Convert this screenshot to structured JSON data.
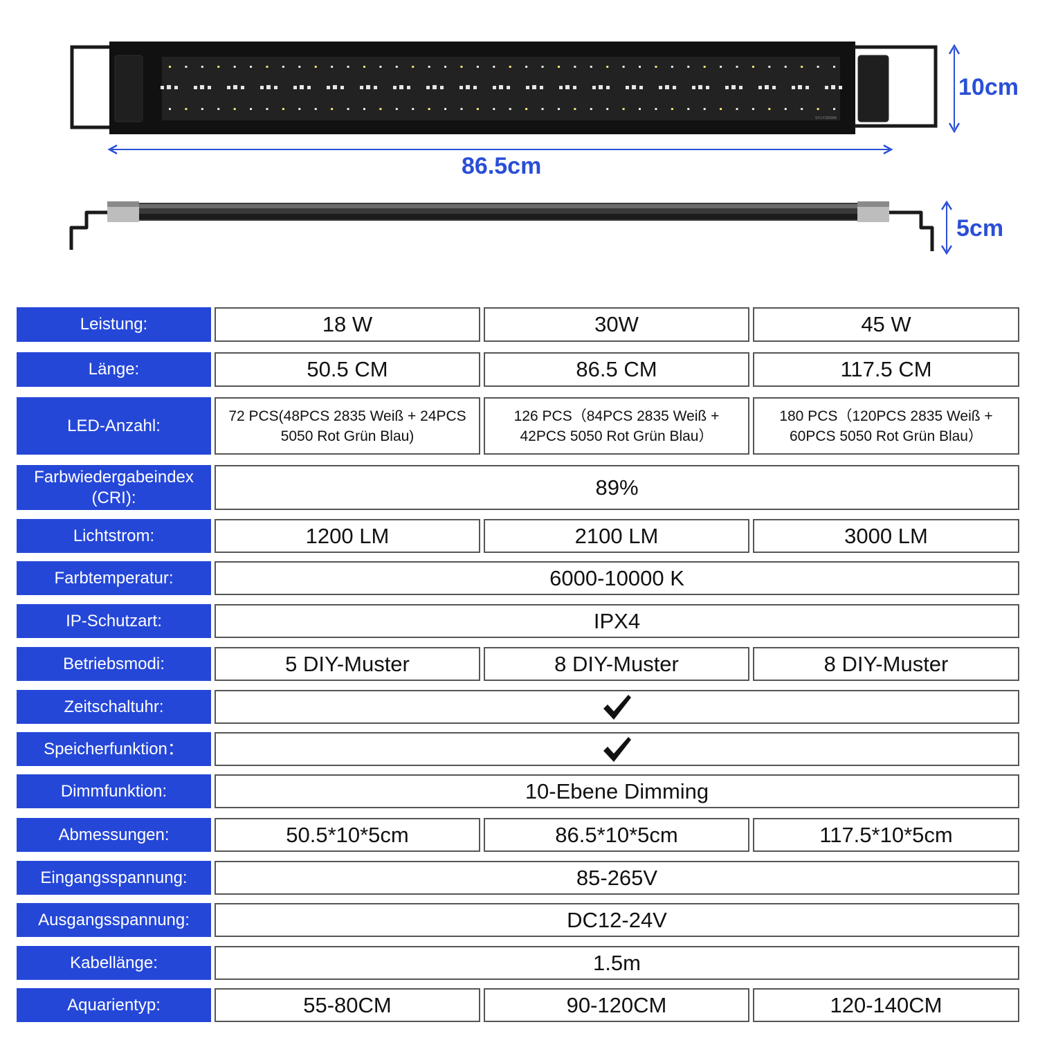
{
  "product": {
    "model_code": "SY-LY15090A",
    "dimensions": {
      "height": "10cm",
      "length": "86.5cm",
      "depth": "5cm"
    },
    "colors": {
      "dimension_blue": "#2a4fd6",
      "label_blue": "#2547d8",
      "housing": "#111111"
    }
  },
  "specs": [
    {
      "label": "Leistung:",
      "values": [
        "18 W",
        "30W",
        "45 W"
      ]
    },
    {
      "label": "Länge:",
      "values": [
        "50.5 CM",
        "86.5 CM",
        "117.5 CM"
      ]
    },
    {
      "label": "LED-Anzahl:",
      "values": [
        "72 PCS(48PCS 2835 Weiß + 24PCS 5050 Rot Grün Blau)",
        "126 PCS（84PCS 2835 Weiß + 42PCS 5050 Rot Grün Blau）",
        "180 PCS（120PCS 2835 Weiß + 60PCS 5050 Rot Grün Blau）"
      ]
    },
    {
      "label": "Farbwiedergabeindex (CRI):",
      "value": "89%"
    },
    {
      "label": "Lichtstrom:",
      "values": [
        "1200 LM",
        "2100 LM",
        "3000 LM"
      ]
    },
    {
      "label": "Farbtemperatur:",
      "value": "6000-10000 K"
    },
    {
      "label": "IP-Schutzart:",
      "value": "IPX4"
    },
    {
      "label": "Betriebsmodi:",
      "values": [
        "5 DIY-Muster",
        "8 DIY-Muster",
        "8 DIY-Muster"
      ]
    },
    {
      "label": "Zeitschaltuhr:",
      "icon": "checkmark-icon"
    },
    {
      "label": "Speicherfunktion：",
      "icon": "checkmark-icon"
    },
    {
      "label": "Dimmfunktion:",
      "value": "10-Ebene Dimming"
    },
    {
      "label": "Abmessungen:",
      "values": [
        "50.5*10*5cm",
        "86.5*10*5cm",
        "117.5*10*5cm"
      ]
    },
    {
      "label": "Eingangsspannung:",
      "value": "85-265V"
    },
    {
      "label": "Ausgangsspannung:",
      "value": "DC12-24V"
    },
    {
      "label": "Kabellänge:",
      "value": "1.5m"
    },
    {
      "label": "Aquarientyp:",
      "values": [
        "55-80CM",
        "90-120CM",
        "120-140CM"
      ]
    }
  ]
}
